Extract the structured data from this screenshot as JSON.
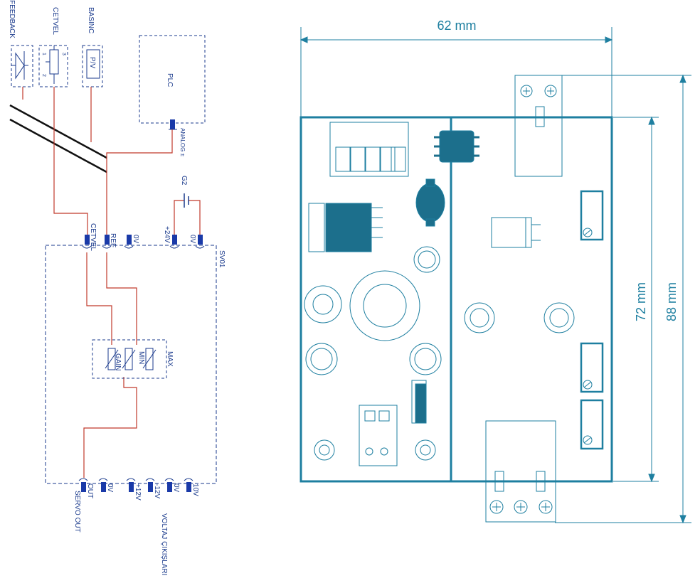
{
  "schematic": {
    "top_labels": {
      "feedback": "FEEDBACK",
      "cetvel": "CETVEL",
      "basinc": "BASINC"
    },
    "basinc_box": "P/V",
    "cetvel_pins": [
      "1",
      "2",
      "3"
    ],
    "plc_label": "PLC",
    "analog_label": "ANALOG ±",
    "g2_label": "G2",
    "input_pins": [
      "CETVEL",
      "REF",
      "0V",
      "+24V",
      "0V"
    ],
    "module_label": "SV01",
    "pots": [
      "GAIN",
      "MIN",
      "MAX"
    ],
    "output_pins": [
      "OUT",
      "0V",
      "+12V",
      "-12V",
      "0V",
      "10V"
    ],
    "servo_out": "SERVO OUT",
    "voltaj": "VOLTAJ ÇIKIŞLARI"
  },
  "dimensions": {
    "width": "62 mm",
    "height_inner": "72 mm",
    "height_outer": "88 mm"
  },
  "colors": {
    "wire": "#c0392b",
    "schematic": "#1a3a8c",
    "pcb": "#1e7fa0",
    "pcb_fill": "#1c6f8c"
  }
}
